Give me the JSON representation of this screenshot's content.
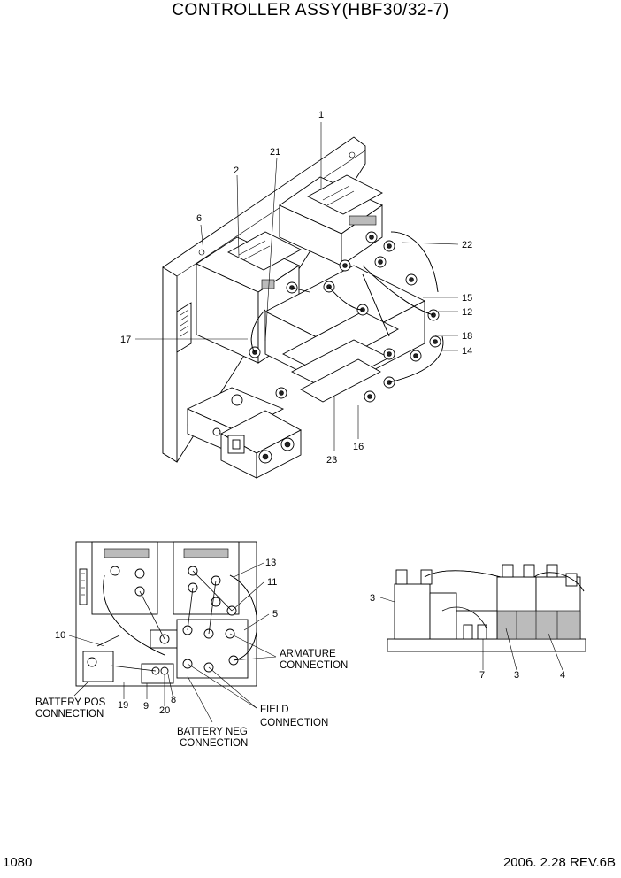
{
  "header": {
    "title": "CONTROLLER ASSY(HBF30/32-7)"
  },
  "footer": {
    "page_number": "1080",
    "date_rev": "2006. 2.28  REV.6B"
  },
  "iso_view": {
    "callouts": [
      "1",
      "21",
      "2",
      "6",
      "22",
      "15",
      "12",
      "17",
      "18",
      "14",
      "23",
      "16"
    ]
  },
  "top_view": {
    "callouts": [
      "13",
      "11",
      "5",
      "10",
      "9",
      "20",
      "8",
      "19"
    ],
    "labels": {
      "armature_1": "ARMATURE",
      "armature_2": "CONNECTION",
      "battery_pos_1": "BATTERY POS",
      "battery_pos_2": "CONNECTION",
      "battery_neg_1": "BATTERY NEG",
      "battery_neg_2": "CONNECTION",
      "field_1": "FIELD",
      "field_2": "CONNECTION"
    }
  },
  "side_view": {
    "callouts": [
      "3",
      "7",
      "3",
      "4"
    ]
  }
}
